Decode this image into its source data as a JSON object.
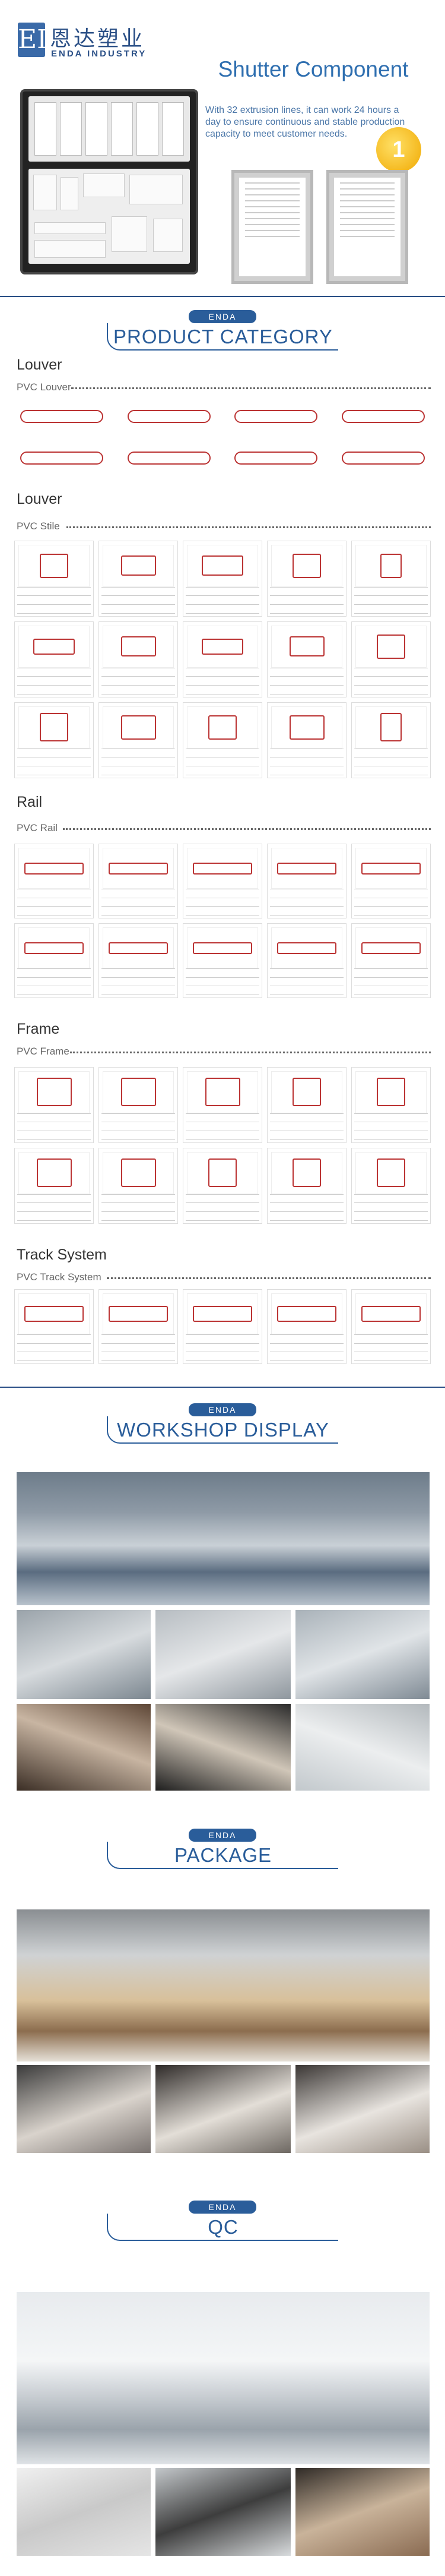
{
  "brand": {
    "logo_mark": "ED",
    "name_cn": "恩达塑业",
    "name_en": "ENDA INDUSTRY"
  },
  "header": {
    "title": "Shutter Component",
    "subtitle": "With 32 extrusion lines, it can work 24 hours a day to ensure continuous and stable production capacity to meet customer needs.",
    "badge": "1"
  },
  "sections": {
    "product_category": {
      "tag": "ENDA",
      "title": "PRODUCT CATEGORY"
    },
    "workshop": {
      "tag": "ENDA",
      "title": "WORKSHOP DISPLAY"
    },
    "package": {
      "tag": "ENDA",
      "title": "PACKAGE"
    },
    "qc": {
      "tag": "ENDA",
      "title": "QC"
    }
  },
  "categories": [
    {
      "title": "Louver",
      "sub": "PVC Louver"
    },
    {
      "title": "Louver",
      "sub": "PVC Stile"
    },
    {
      "title": "Rail",
      "sub": "PVC Rail"
    },
    {
      "title": "Frame",
      "sub": "PVC Frame"
    },
    {
      "title": "Track System",
      "sub": "PVC Track System"
    }
  ],
  "colors": {
    "brand_blue": "#2a5d9a",
    "title_blue": "#2f6fb0",
    "drawing_red": "#b33333"
  }
}
